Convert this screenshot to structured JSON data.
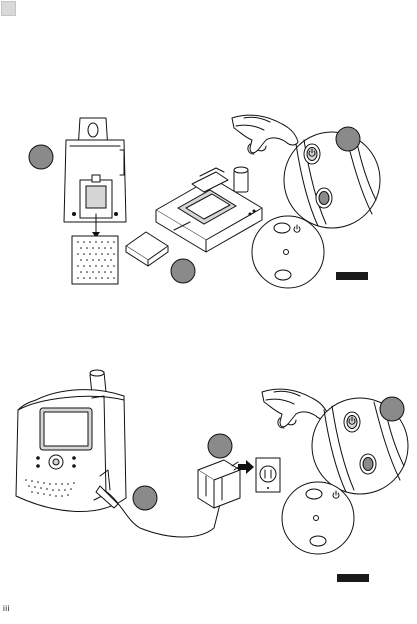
{
  "page": {
    "page_number": "iii"
  },
  "figure_top": {
    "step_markers": 3,
    "power_icon": "power-icon"
  },
  "figure_bottom": {
    "step_markers": 3,
    "power_icon": "power-icon",
    "arrow_icon": "arrow-right-icon"
  },
  "colors": {
    "ink": "#111111",
    "tab": "#d9d9d9",
    "tag": "#1a1a1a"
  }
}
